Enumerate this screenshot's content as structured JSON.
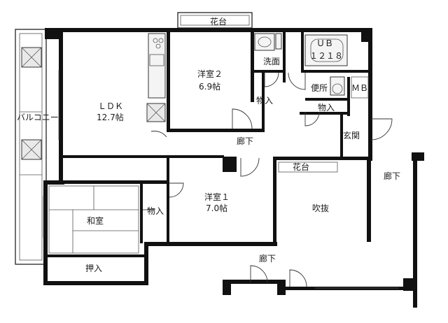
{
  "rooms": {
    "flower_top": "花台",
    "ub_label": "ＵＢ",
    "ub_size": "１２１８",
    "washroom": "洗面",
    "ldk_name": "ＬＤＫ",
    "ldk_size": "12.7帖",
    "western2_name": "洋室２",
    "western2_size": "6.9帖",
    "storage_w2": "物入",
    "toilet": "便所",
    "mb": "ＭＢ",
    "storage_toilet": "物入",
    "balcony": "バルコニー",
    "corridor_mid": "廊下",
    "entrance": "玄関",
    "corridor_right": "廊下",
    "flower_mid": "花台",
    "western1_name": "洋室１",
    "western1_size": "7.0帖",
    "void": "吹抜",
    "storage_mid": "物入",
    "japanese": "和室",
    "closet": "押入",
    "corridor_bottom": "廊下"
  }
}
